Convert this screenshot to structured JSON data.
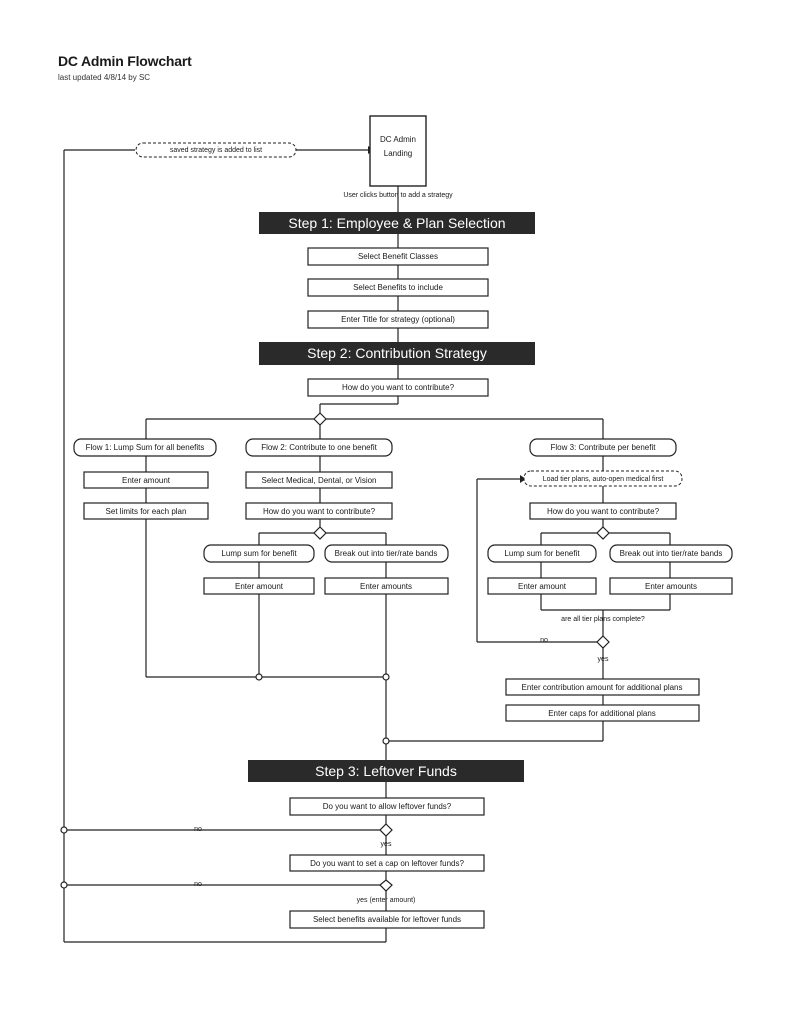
{
  "header": {
    "title": "DC Admin Flowchart",
    "subtitle": "last updated 4/8/14 by SC"
  },
  "landing": {
    "line1": "DC Admin",
    "line2": "Landing",
    "saved_note": "saved strategy is added to list",
    "click_note": "User clicks button to add a strategy"
  },
  "step1": {
    "title": "Step 1: Employee & Plan Selection",
    "items": [
      "Select Benefit Classes",
      "Select Benefits to include",
      "Enter Title for strategy (optional)"
    ]
  },
  "step2": {
    "title": "Step 2: Contribution Strategy",
    "question": "How do you want to contribute?",
    "flow1": {
      "title": "Flow 1: Lump Sum for all benefits",
      "items": [
        "Enter amount",
        "Set limits for each plan"
      ]
    },
    "flow2": {
      "title": "Flow 2: Contribute to one benefit",
      "items": [
        "Select Medical, Dental, or Vision",
        "How do you want to contribute?"
      ],
      "lump": "Lump sum for benefit",
      "break": "Break out into tier/rate bands",
      "lump_enter": "Enter amount",
      "break_enter": "Enter amounts"
    },
    "flow3": {
      "title": "Flow 3: Contribute per benefit",
      "load": "Load tier plans, auto-open medical first",
      "question": "How do you want to contribute?",
      "lump": "Lump sum for benefit",
      "break": "Break out into tier/rate bands",
      "lump_enter": "Enter amount",
      "break_enter": "Enter amounts",
      "complete_q": "are all tier plans complete?",
      "no": "no",
      "yes": "yes",
      "extra1": "Enter contribution amount for additional plans",
      "extra2": "Enter caps for additional plans"
    }
  },
  "step3": {
    "title": "Step 3: Leftover Funds",
    "q1": "Do you want to allow leftover funds?",
    "no1": "no",
    "yes1": "yes",
    "q2": "Do you want to set a cap on leftover funds?",
    "no2": "no",
    "yes2": "yes (enter amount)",
    "final": "Select benefits available for leftover funds"
  }
}
